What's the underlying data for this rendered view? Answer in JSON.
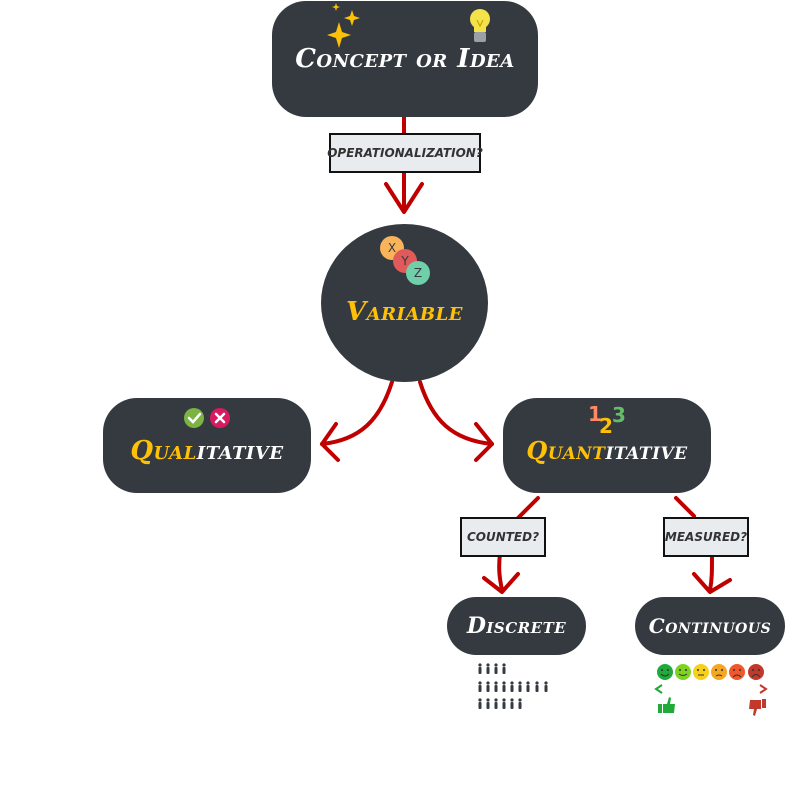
{
  "nodes": {
    "concept": {
      "text": "Concept or Idea"
    },
    "variable": {
      "text": "Variable"
    },
    "qualitative": {
      "highlight": "Qual",
      "rest": "itative"
    },
    "quantitative": {
      "highlight": "Quant",
      "rest": "itative"
    },
    "discrete": {
      "text": "Discrete"
    },
    "continuous": {
      "text": "Continuous"
    }
  },
  "edge_labels": {
    "operationalization": "OPERATIONALIZATION?",
    "counted": "COUNTED?",
    "measured": "MEASURED?"
  },
  "icons": {
    "numbers": {
      "one": "1",
      "two": "2",
      "three": "3"
    },
    "xyz": {
      "x": "X",
      "y": "Y",
      "z": "Z"
    }
  },
  "colors": {
    "node": "#343a40",
    "arrow": "#c00000",
    "highlight": "#ffc107",
    "label_bg": "#e9ecef"
  }
}
